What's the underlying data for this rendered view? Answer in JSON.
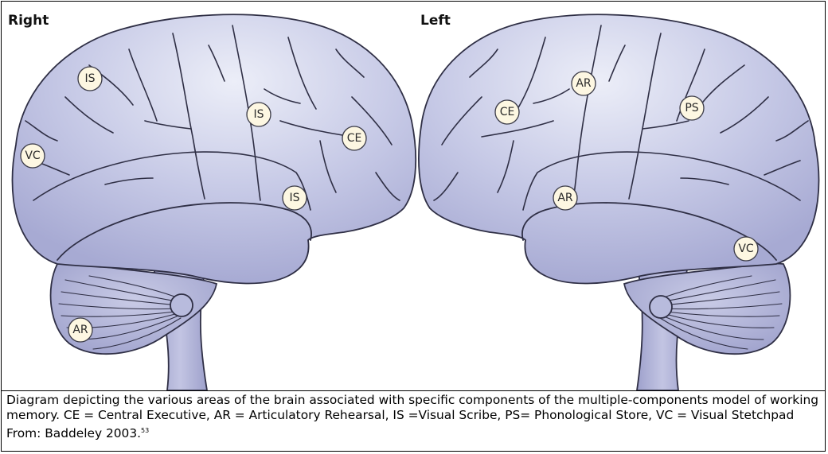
{
  "labels": {
    "right": "Right",
    "left": "Left"
  },
  "badges": {
    "right": [
      {
        "id": "r-is-1",
        "text": "IS"
      },
      {
        "id": "r-vc",
        "text": "VC"
      },
      {
        "id": "r-is-2",
        "text": "IS"
      },
      {
        "id": "r-ce",
        "text": "CE"
      },
      {
        "id": "r-is-3",
        "text": "IS"
      },
      {
        "id": "r-ar",
        "text": "AR"
      }
    ],
    "left": [
      {
        "id": "l-ar-1",
        "text": "AR"
      },
      {
        "id": "l-ce",
        "text": "CE"
      },
      {
        "id": "l-ps",
        "text": "PS"
      },
      {
        "id": "l-ar-2",
        "text": "AR"
      },
      {
        "id": "l-vc",
        "text": "VC"
      }
    ]
  },
  "caption": {
    "text": "Diagram depicting the various areas of the brain associated with specific components of the multiple-components model of working memory.  CE = Central Executive, AR = Articulatory Rehearsal, IS =Visual Scribe, PS= Phonological Store, VC = Visual Stetchpad  From: Baddeley 2003.",
    "reference": "53"
  },
  "colors": {
    "brain_fill": "#b5b8dc",
    "brain_highlight": "#e6e7f6",
    "badge_fill": "#fdf7e2",
    "outline": "#2f2f45"
  }
}
